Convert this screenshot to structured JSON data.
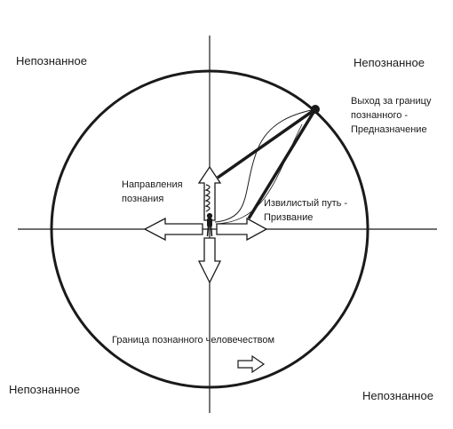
{
  "labels": {
    "unknown_top_left": "Непознанное",
    "unknown_top_right": "Непознанное",
    "unknown_bottom_left": "Непознанное",
    "unknown_bottom_right": "Непознанное",
    "exit_line1": "Выход за границу",
    "exit_line2": "познанного  -",
    "exit_line3": "Предназначение",
    "directions_line1": "Направления",
    "directions_line2": "познания",
    "winding_line1": "Извилистый путь -",
    "winding_line2": "Призвание",
    "boundary": "Граница познанного человечеством"
  },
  "colors": {
    "ink": "#1a1a1a",
    "background": "#ffffff"
  },
  "icons": {
    "figure": "person-icon",
    "spring": "spiral-icon",
    "arrow": "arrow-icon"
  }
}
